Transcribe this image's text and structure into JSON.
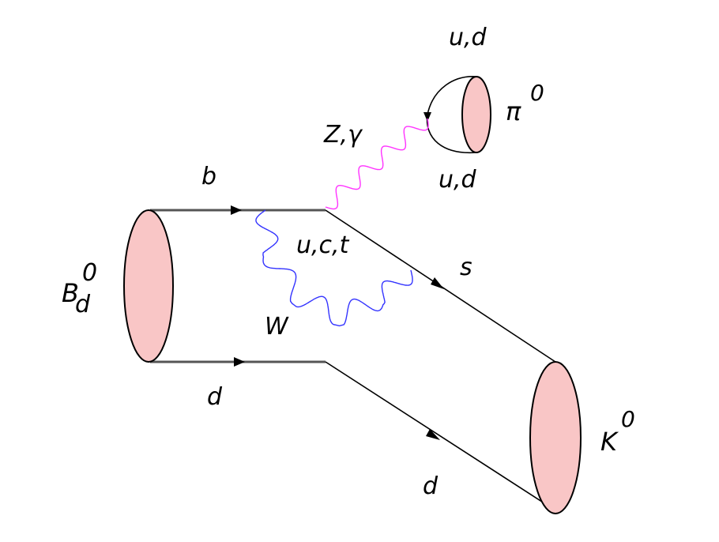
{
  "labels": {
    "b": "b",
    "b_meson": "B",
    "b_meson_sup": "0",
    "b_meson_sub": "d",
    "d_in": "d",
    "d_out": "d",
    "s": "s",
    "k_meson": "K",
    "k_meson_sup": "0",
    "loop_quarks": "u,c,t",
    "w_boson": "W",
    "z_gamma": "Z,γ",
    "pion": "π",
    "pion_sup": "0",
    "pion_top_quark": "u,d",
    "pion_bottom_quark": "u,d"
  },
  "colors": {
    "hadron_fill": "#f9c6c6",
    "w_boson_line": "#3333ff",
    "z_gamma_line": "#ff33ff",
    "quark_line": "#000000"
  }
}
